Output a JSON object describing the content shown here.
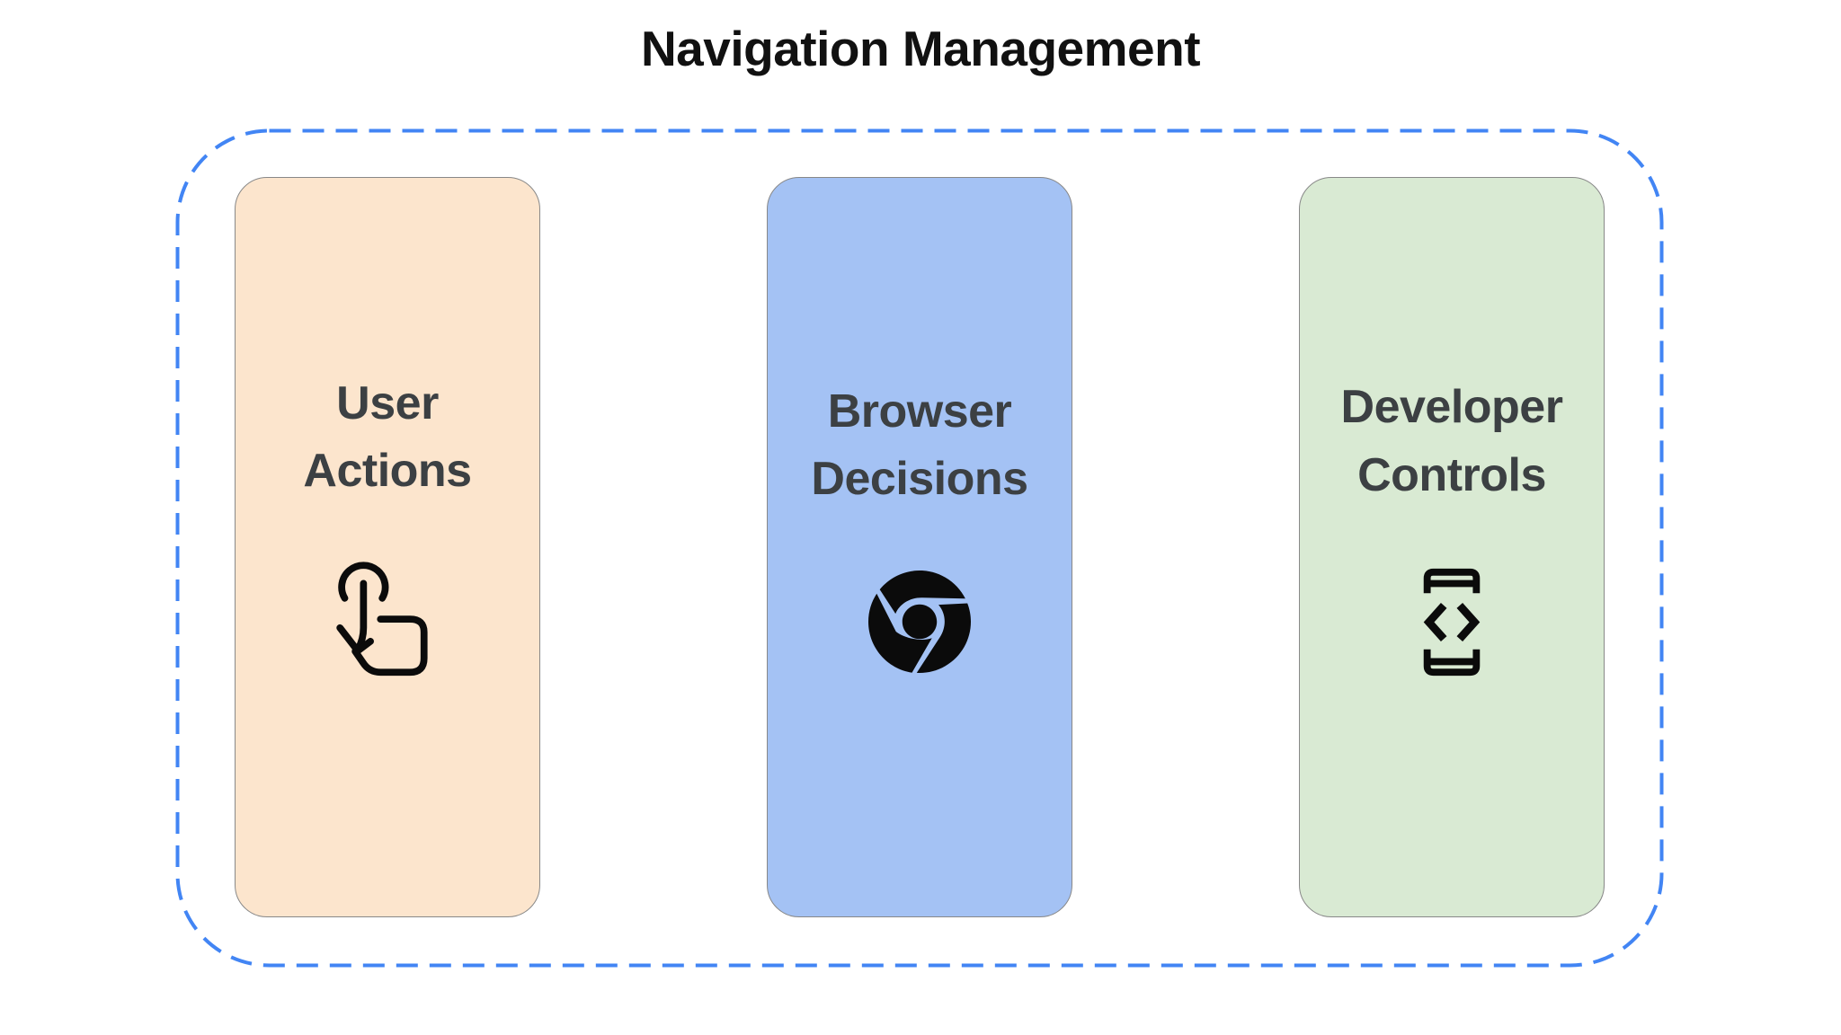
{
  "title": "Navigation Management",
  "colors": {
    "background": "#ffffff",
    "dashed_border": "#4285F4",
    "card_border": "#888888",
    "title_text": "#111111",
    "label_text": "#3C4043",
    "icon": "#0B0B0B"
  },
  "frame": {
    "dash_pattern": "24 13"
  },
  "cards": [
    {
      "label": "User Actions",
      "icon": "tap-gesture-icon",
      "bg_color": "#FCE5CD"
    },
    {
      "label": "Browser Decisions",
      "icon": "chrome-browser-icon",
      "bg_color": "#A4C2F4"
    },
    {
      "label": "Developer Controls",
      "icon": "developer-mode-icon",
      "bg_color": "#D9EAD3"
    }
  ]
}
